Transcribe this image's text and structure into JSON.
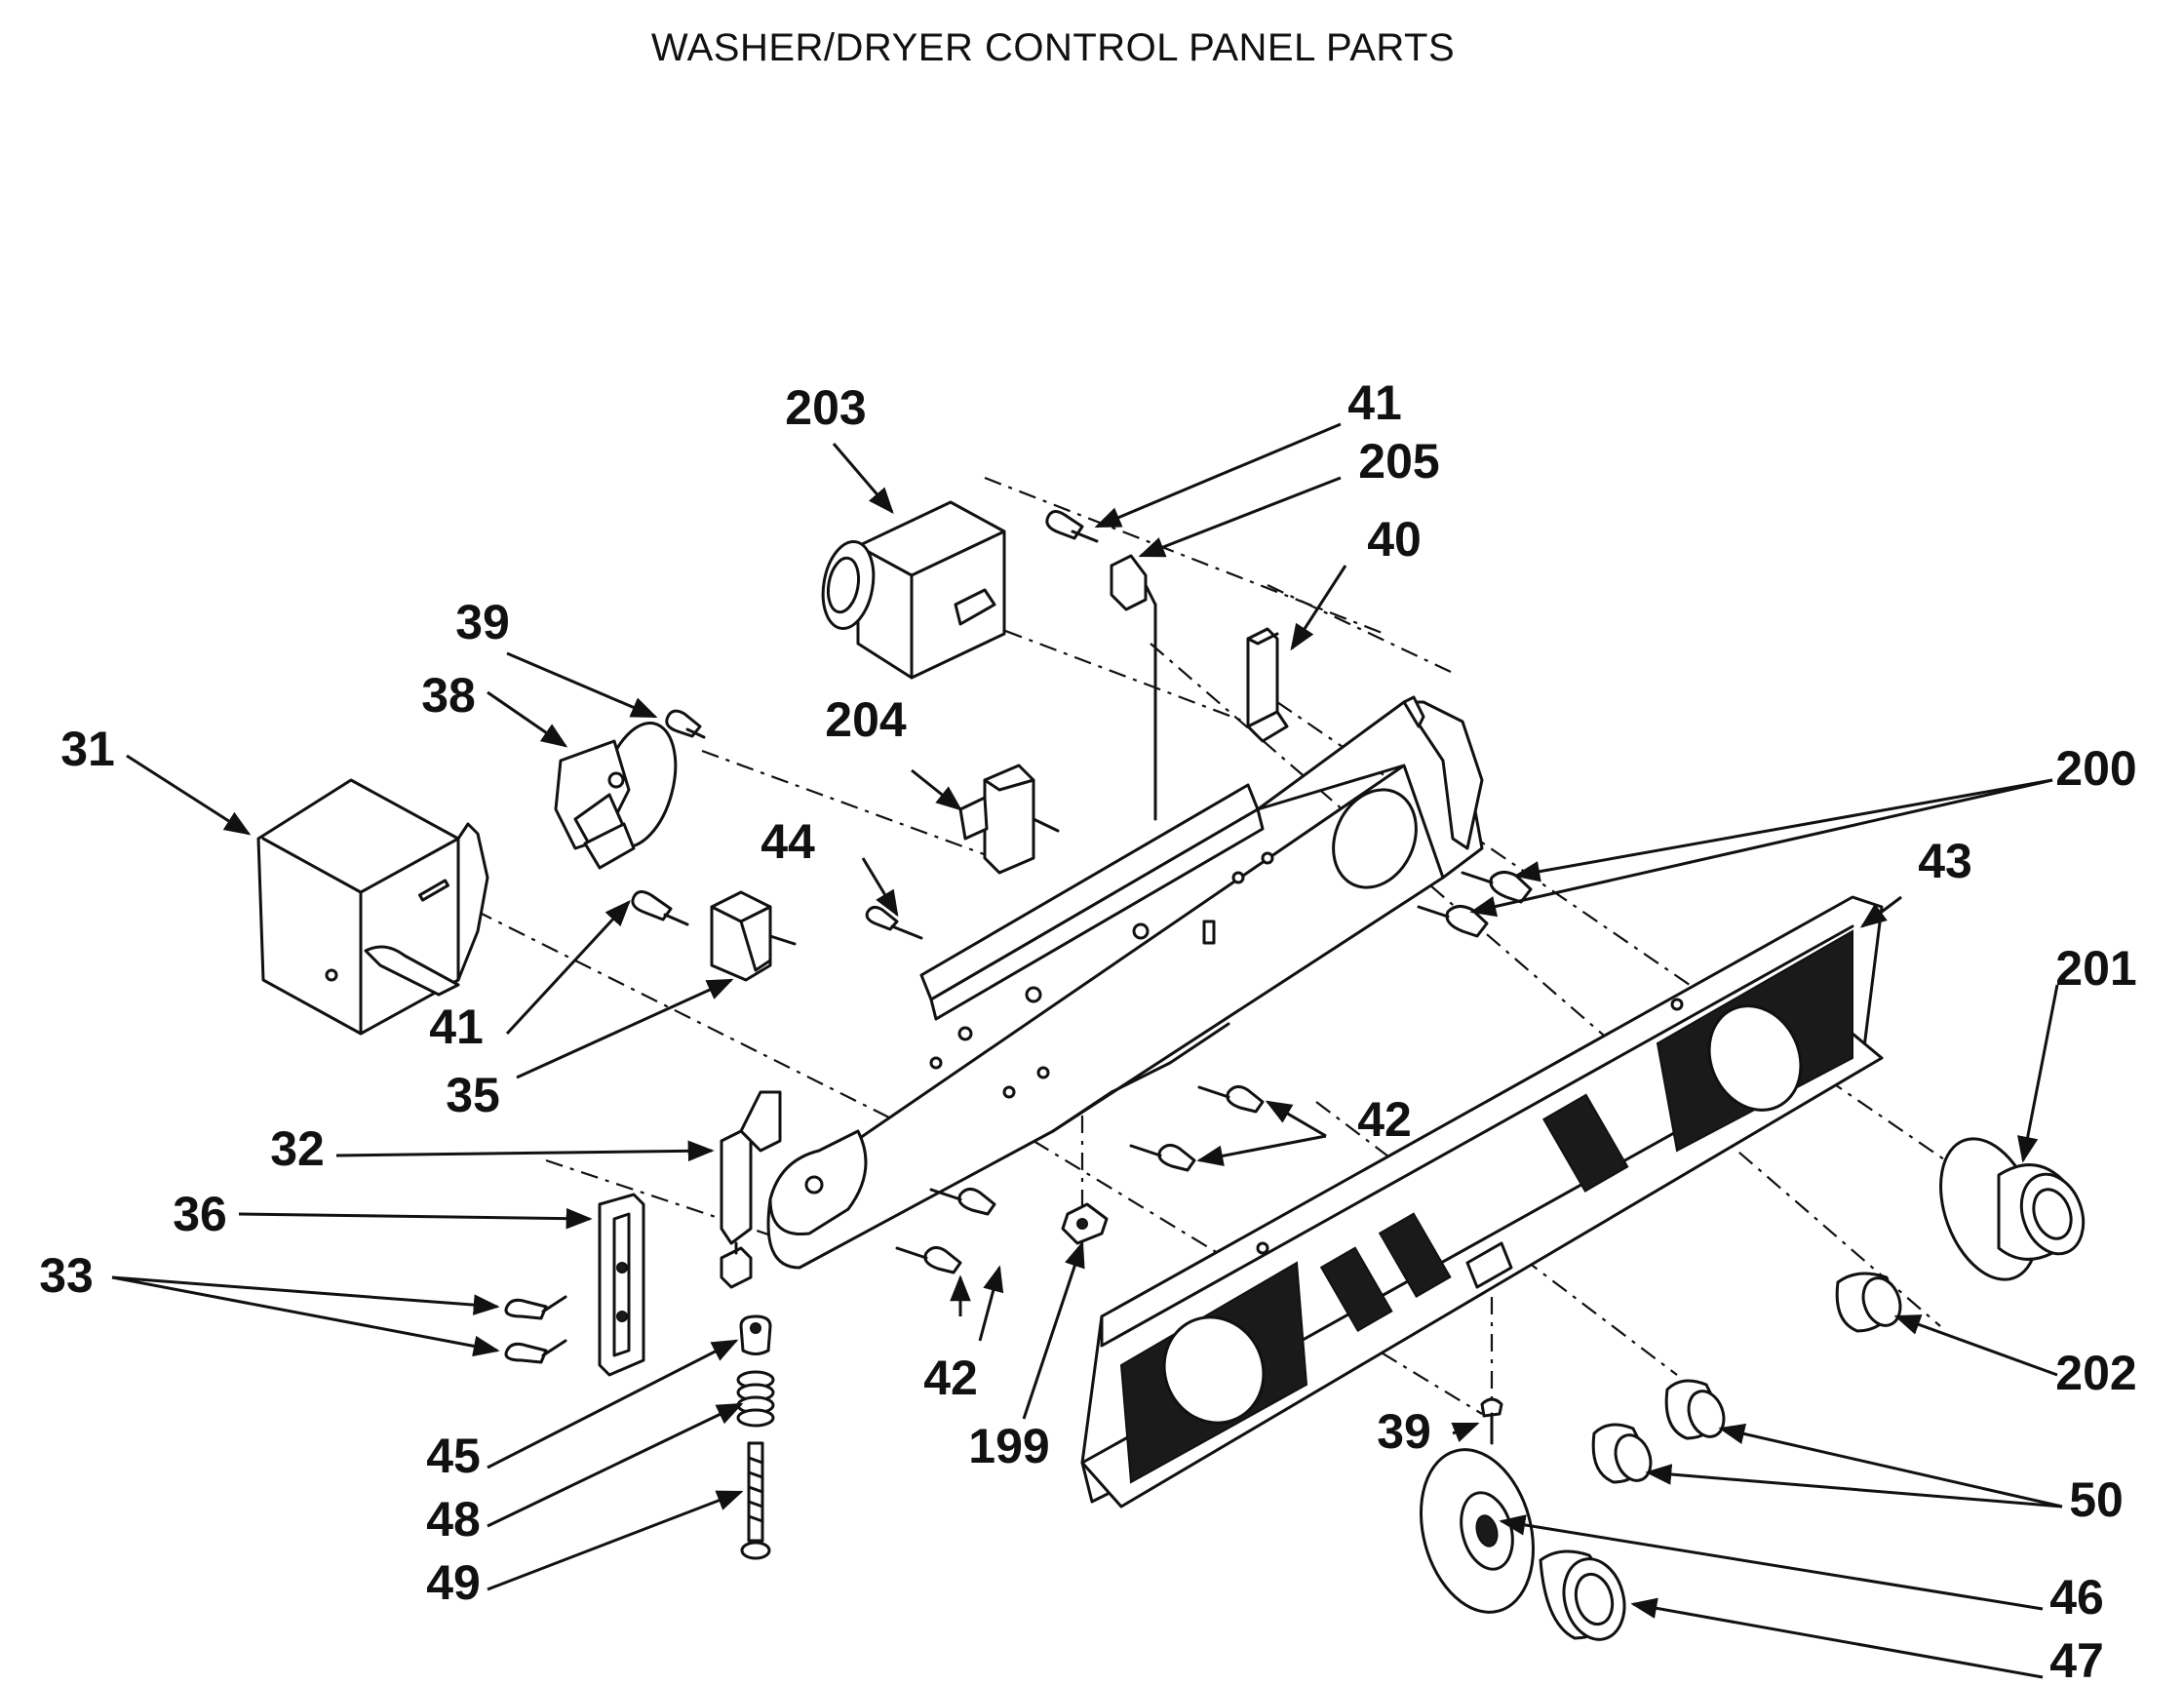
{
  "title": "WASHER/DRYER CONTROL PANEL PARTS",
  "callouts": {
    "p31": "31",
    "p32": "32",
    "p33": "33",
    "p35": "35",
    "p36": "36",
    "p38": "38",
    "p39a": "39",
    "p39b": "39",
    "p40": "40",
    "p41a": "41",
    "p41b": "41",
    "p42a": "42",
    "p42b": "42",
    "p43": "43",
    "p44": "44",
    "p45": "45",
    "p46": "46",
    "p47": "47",
    "p48": "48",
    "p49": "49",
    "p50": "50",
    "p199": "199",
    "p200": "200",
    "p201": "201",
    "p202": "202",
    "p203": "203",
    "p204": "204",
    "p205": "205"
  },
  "colors": {
    "ink": "#111111",
    "background": "#ffffff"
  }
}
